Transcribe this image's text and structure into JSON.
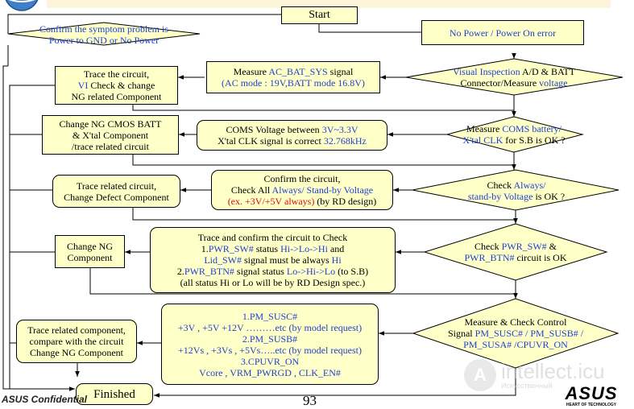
{
  "start": "Start",
  "finished": "Finished",
  "symptom": {
    "lines": [
      [
        {
          "t": "Confirm the symptom problem is",
          "c": "blue"
        }
      ],
      [
        {
          "t": "Power to GND or No Power",
          "c": "blue"
        }
      ]
    ]
  },
  "no_power": {
    "lines": [
      [
        {
          "t": "No Power / Power On error",
          "c": "blue"
        }
      ]
    ]
  },
  "rows": [
    {
      "check": {
        "lines": [
          [
            {
              "t": "Visual Inspection",
              "c": "blue"
            },
            {
              "t": " A/D & BATT"
            }
          ],
          [
            {
              "t": "Connector/Measure "
            },
            {
              "t": "voltage",
              "c": "blue"
            }
          ]
        ]
      },
      "measure": {
        "lines": [
          [
            {
              "t": "Measure "
            },
            {
              "t": "AC_BAT_SYS",
              "c": "blue"
            },
            {
              "t": " signal"
            }
          ],
          [
            {
              "t": "(AC mode : 19V,BATT mode 16.8V)",
              "c": "blue"
            }
          ]
        ]
      },
      "action": {
        "lines": [
          [
            {
              "t": "Trace the circuit,"
            }
          ],
          [
            {
              "t": "VI",
              "c": "blue"
            },
            {
              "t": " Check & change"
            }
          ],
          [
            {
              "t": "NG related Component"
            }
          ]
        ]
      }
    },
    {
      "check": {
        "lines": [
          [
            {
              "t": "Measure "
            },
            {
              "t": "COMS battery/",
              "c": "blue"
            }
          ],
          [
            {
              "t": "X'tal CLK",
              "c": "blue"
            },
            {
              "t": " for S.B is OK ?"
            }
          ]
        ]
      },
      "measure": {
        "lines": [
          [
            {
              "t": "COMS Voltage between "
            },
            {
              "t": "3V~3.3V",
              "c": "blue"
            }
          ],
          [
            {
              "t": "X'tal CLK signal is correct "
            },
            {
              "t": "32.768kHz",
              "c": "blue"
            }
          ]
        ]
      },
      "action": {
        "lines": [
          [
            {
              "t": "Change NG CMOS BATT"
            }
          ],
          [
            {
              "t": "& X'tal Component"
            }
          ],
          [
            {
              "t": "/trace related circuit"
            }
          ]
        ]
      }
    },
    {
      "check": {
        "lines": [
          [
            {
              "t": "Check "
            },
            {
              "t": "Always/",
              "c": "blue"
            }
          ],
          [
            {
              "t": "stand-by Voltage",
              "c": "blue"
            },
            {
              "t": " is OK ?"
            }
          ]
        ]
      },
      "measure": {
        "lines": [
          [
            {
              "t": "Confirm the circuit,"
            }
          ],
          [
            {
              "t": "Check All "
            },
            {
              "t": "Always/ Stand-by Voltage",
              "c": "blue"
            }
          ],
          [
            {
              "t": "(ex. +3V/+5V always)",
              "c": "red"
            },
            {
              "t": " (by RD design)"
            }
          ]
        ]
      },
      "action": {
        "lines": [
          [
            {
              "t": "Trace related circuit,"
            }
          ],
          [
            {
              "t": "Change Defect Component"
            }
          ]
        ]
      }
    },
    {
      "check": {
        "lines": [
          [
            {
              "t": "Check "
            },
            {
              "t": "PWR_SW#",
              "c": "blue"
            },
            {
              "t": " &"
            }
          ],
          [
            {
              "t": "PWR_BTN#",
              "c": "blue"
            },
            {
              "t": " circuit is OK"
            }
          ]
        ]
      },
      "measure": {
        "lines": [
          [
            {
              "t": "Trace and confirm the circuit to Check"
            }
          ],
          [
            {
              "t": "1."
            },
            {
              "t": "PWR_SW#",
              "c": "blue"
            },
            {
              "t": " status "
            },
            {
              "t": "Hi->Lo->Hi",
              "c": "blue"
            },
            {
              "t": " and"
            }
          ],
          [
            {
              "t": "Lid_SW#",
              "c": "blue"
            },
            {
              "t": " signal must be always "
            },
            {
              "t": "Hi",
              "c": "blue"
            }
          ],
          [
            {
              "t": "2."
            },
            {
              "t": "PWR_BTN#",
              "c": "blue"
            },
            {
              "t": " signal status "
            },
            {
              "t": "Lo->Hi->Lo",
              "c": "blue"
            },
            {
              "t": " (to S.B)"
            }
          ],
          [
            {
              "t": "(all status Hi or Lo will be by RD Design spec.)"
            }
          ]
        ]
      },
      "action": {
        "lines": [
          [
            {
              "t": "Change NG"
            }
          ],
          [
            {
              "t": "Component"
            }
          ]
        ]
      }
    },
    {
      "check": {
        "lines": [
          [
            {
              "t": "Measure & Check Control"
            }
          ],
          [
            {
              "t": "Signal "
            },
            {
              "t": "PM_SUSC# / PM_SUSB# /",
              "c": "blue"
            }
          ],
          [
            {
              "t": "PM_SUSA# /CPUVR_ON",
              "c": "blue"
            }
          ]
        ]
      },
      "measure": {
        "lines": [
          [
            {
              "t": "1.PM_SUSC#",
              "c": "blue"
            }
          ],
          [
            {
              "t": "+3V , +5V +12V ………etc (by model request)",
              "c": "blue"
            }
          ],
          [
            {
              "t": "2.PM_SUSB#",
              "c": "blue"
            }
          ],
          [
            {
              "t": "+12Vs , +3Vs , +5Vs…..etc (by model request)",
              "c": "blue"
            }
          ],
          [
            {
              "t": "3.CPUVR_ON",
              "c": "blue"
            }
          ],
          [
            {
              "t": "Vcore , VRM_PWRGD , CLK_EN#",
              "c": "blue"
            }
          ]
        ]
      },
      "action": {
        "lines": [
          [
            {
              "t": "Trace related component,"
            }
          ],
          [
            {
              "t": "compare with the circuit"
            }
          ],
          [
            {
              "t": "Change NG Component"
            }
          ]
        ]
      }
    }
  ],
  "footer": {
    "confidential": "ASUS Confidential",
    "page_number": "93"
  },
  "watermark": {
    "title": "intellect.icu",
    "subtitle": "Искусственный",
    "mark": "A"
  },
  "logo": {
    "word": "ASUS",
    "tagline": "HEART OF TECHNOLOGY"
  },
  "colors": {
    "fill": "#ffffc8",
    "text_blue": "#2040d0",
    "text_red": "#d01010",
    "line": "#000000"
  }
}
